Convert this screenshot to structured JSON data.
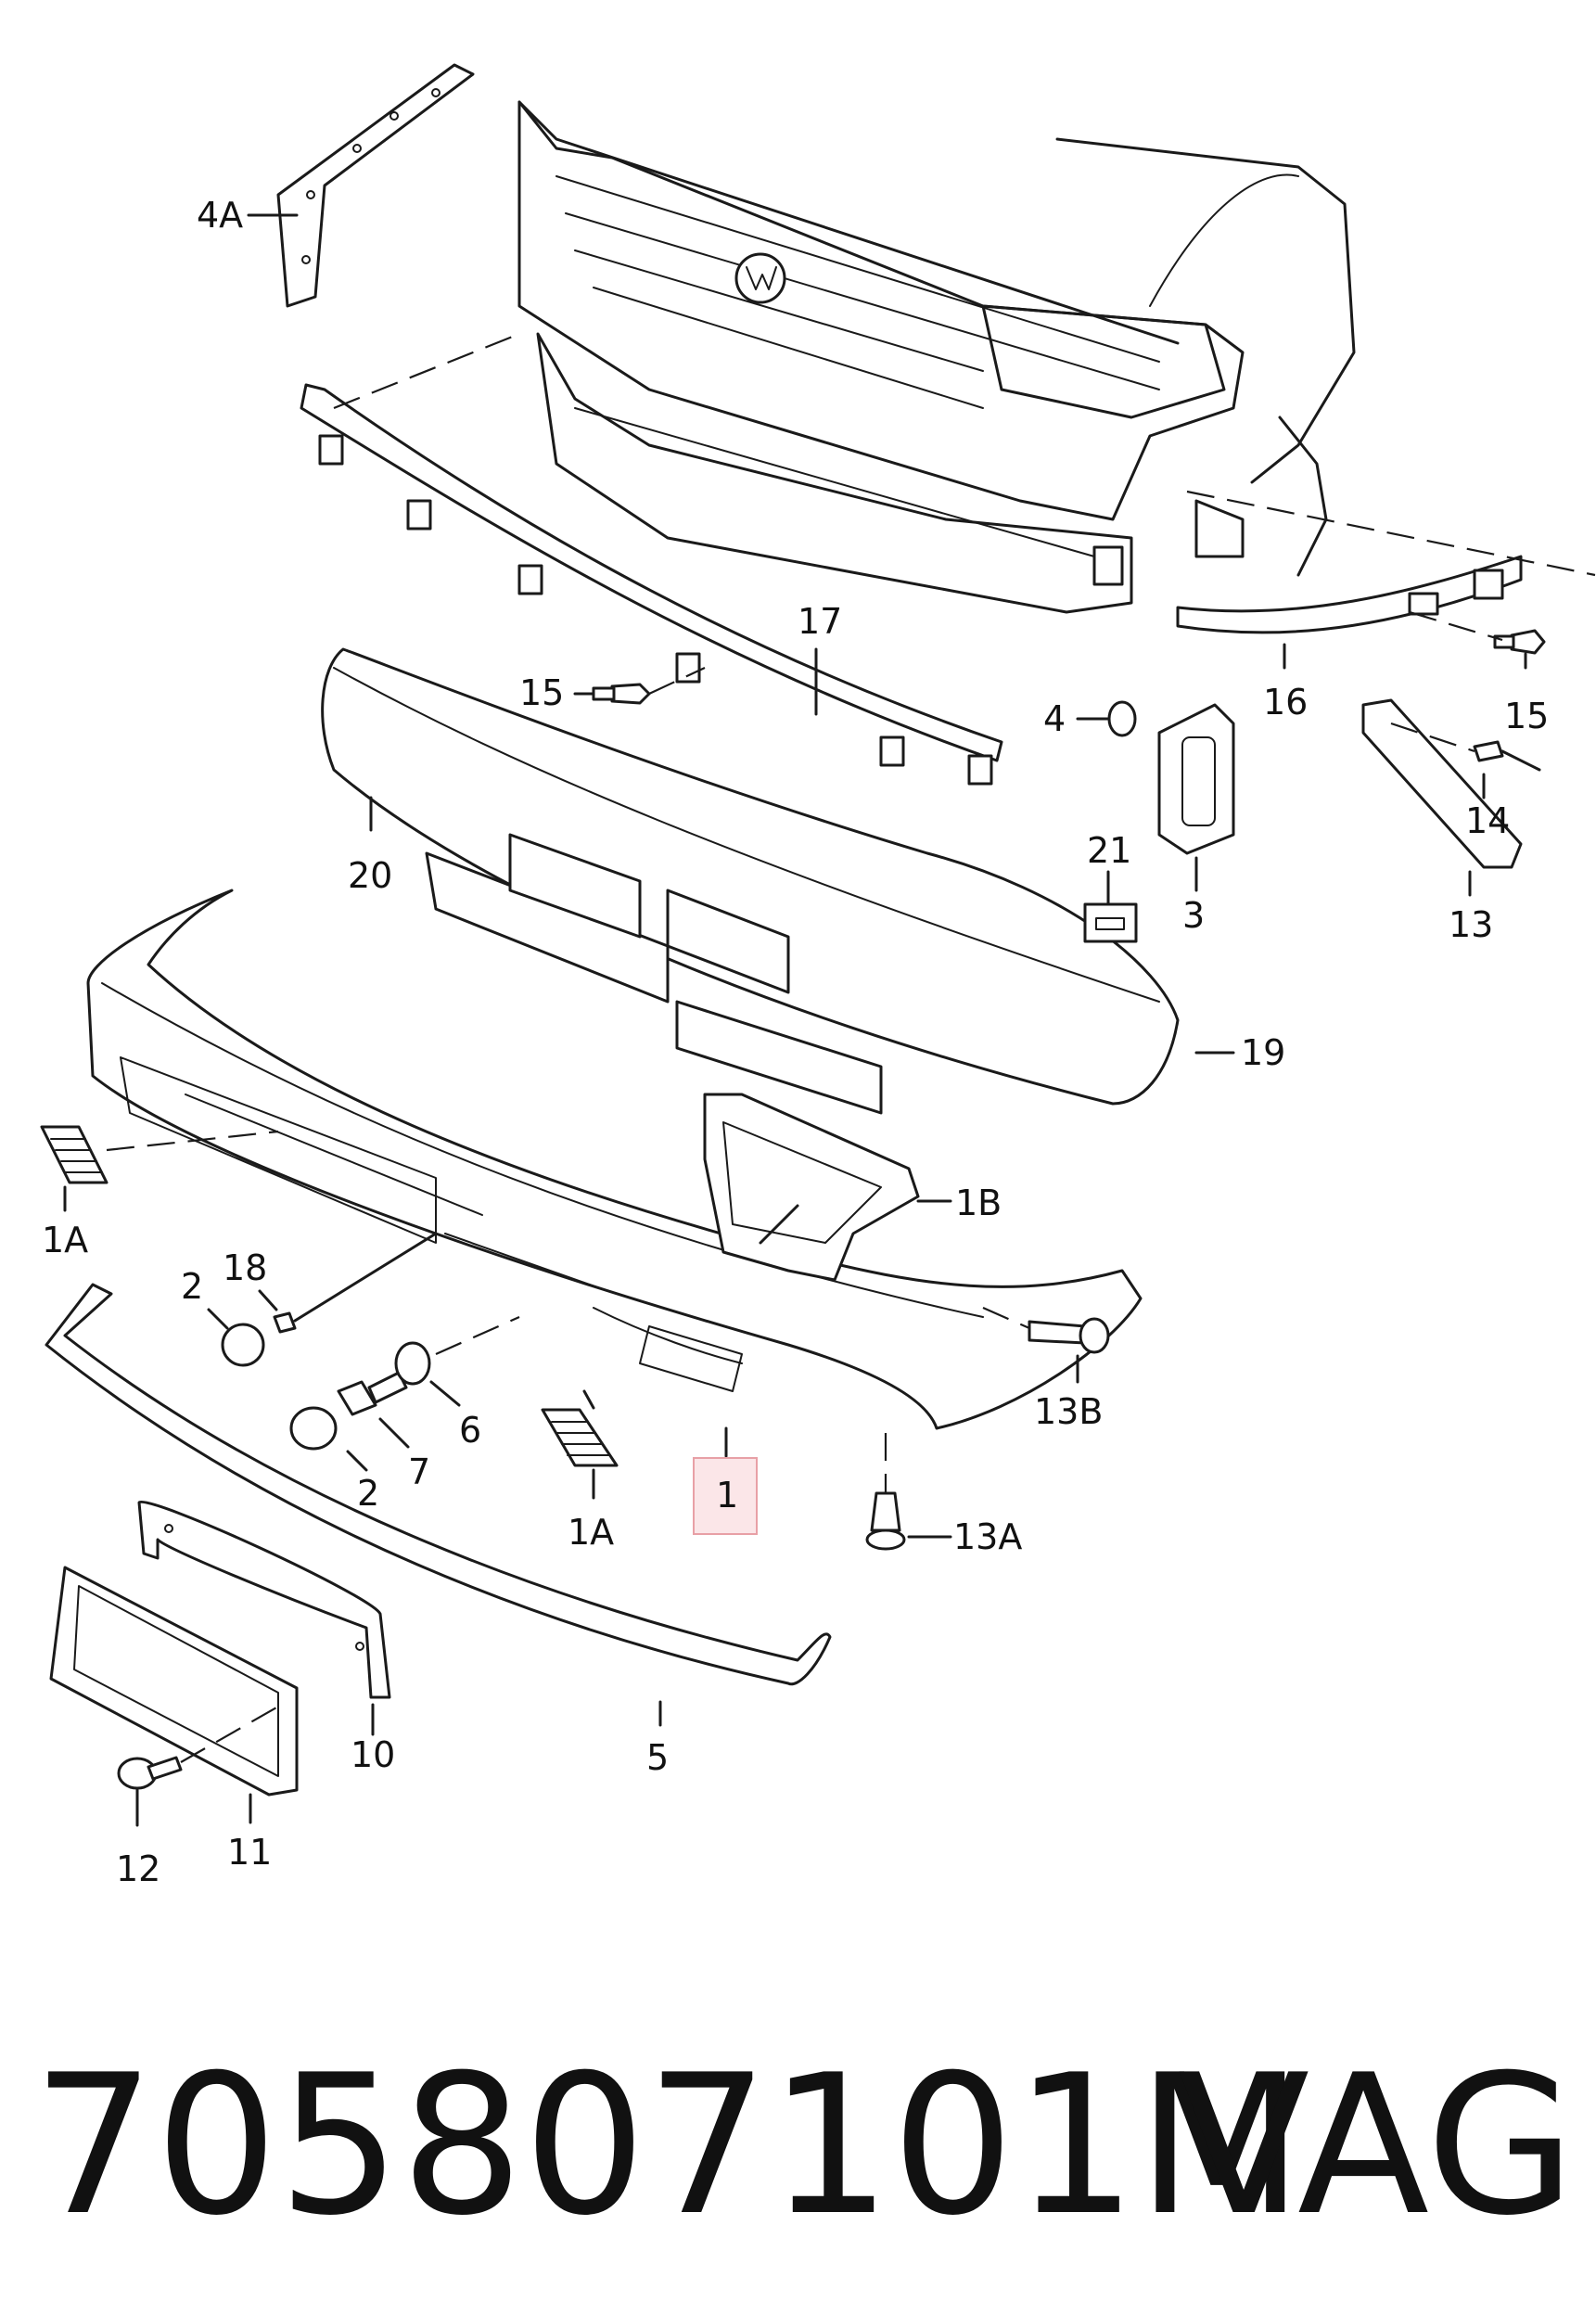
{
  "callouts": {
    "c4A": "4A",
    "c17": "17",
    "c15_left": "15",
    "c4": "4",
    "c16": "16",
    "c15_right": "15",
    "c14": "14",
    "c20": "20",
    "c21": "21",
    "c3": "3",
    "c13": "13",
    "c19": "19",
    "c1B": "1B",
    "c1A_left": "1A",
    "c2_top": "2",
    "c18": "18",
    "c13B": "13B",
    "c6": "6",
    "c7": "7",
    "c2_bottom": "2",
    "c1A_bottom": "1A",
    "c1": "1",
    "c13A": "13A",
    "c10": "10",
    "c5": "5",
    "c12": "12",
    "c11": "11"
  },
  "highlight": {
    "part": "1",
    "color": "#e8a0a6",
    "fill": "#fbe6e8"
  },
  "caption": {
    "part_number": "705807101M",
    "brand": "VAG"
  }
}
